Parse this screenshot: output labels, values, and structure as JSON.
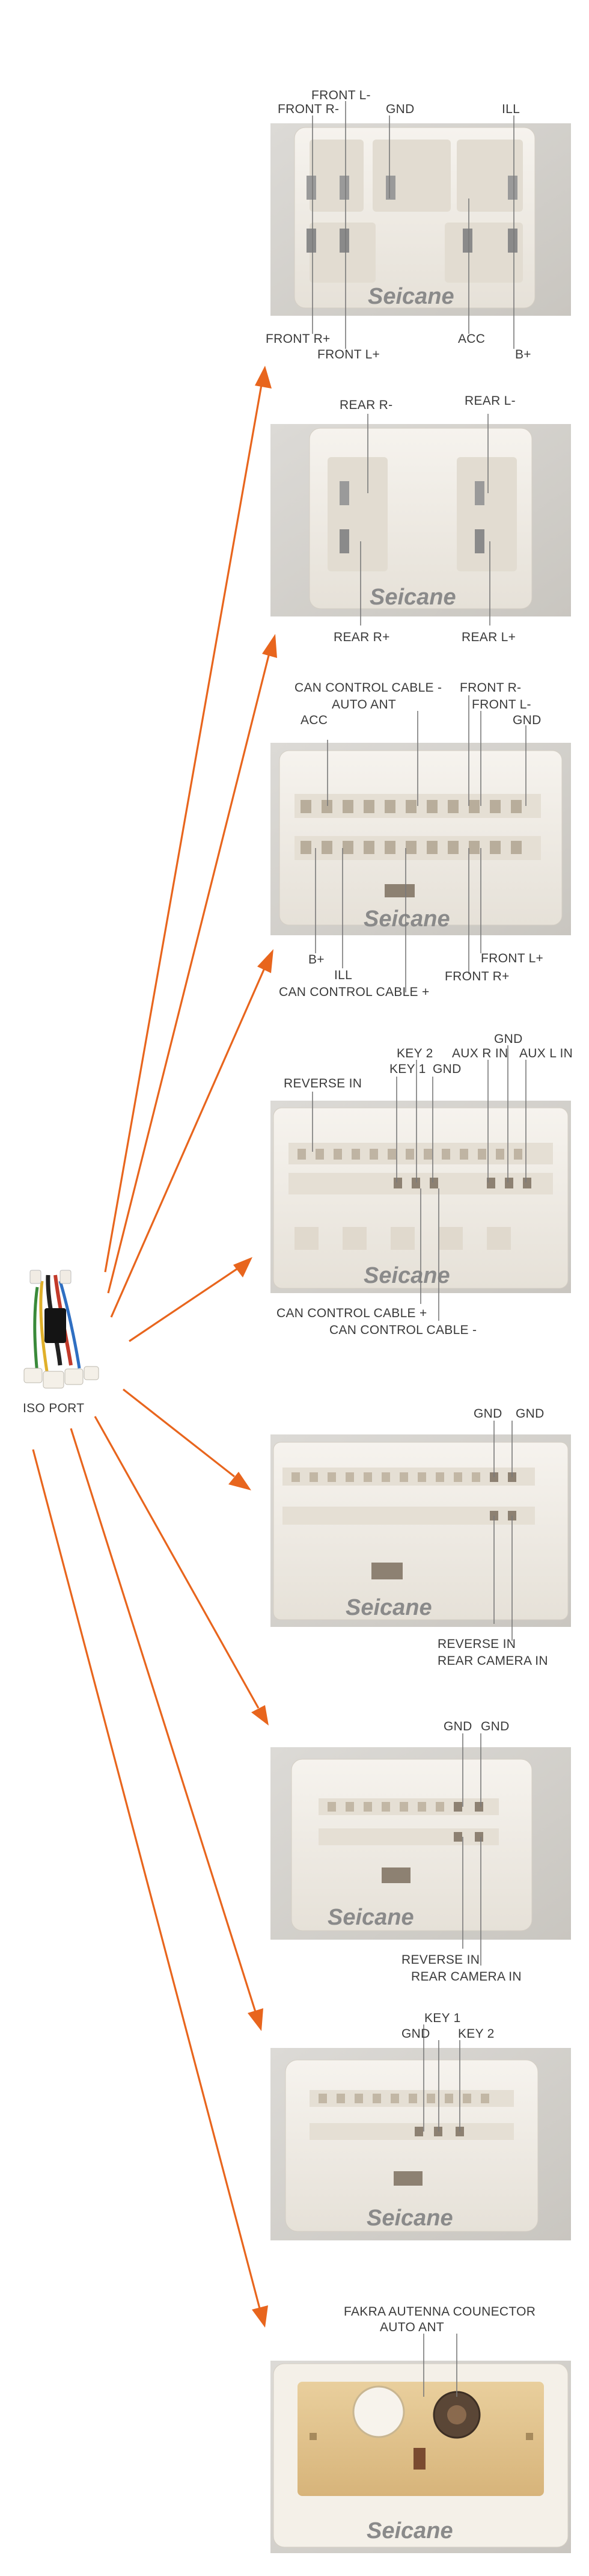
{
  "source_label": "ISO PORT",
  "watermark": "Seicane",
  "colors": {
    "arrow": "#e8651d",
    "leader": "#7a7a7a",
    "housing": "#f1ede6"
  },
  "connectors": [
    {
      "name": "connector-1",
      "top_labels": [
        "FRONT L-",
        "FRONT R-",
        "GND",
        "ILL"
      ],
      "bottom_labels": [
        "FRONT R+",
        "FRONT L+",
        "ACC",
        "B+"
      ]
    },
    {
      "name": "connector-2",
      "top_labels": [
        "REAR R-",
        "REAR L-"
      ],
      "bottom_labels": [
        "REAR R+",
        "REAR L+"
      ]
    },
    {
      "name": "connector-3",
      "top_labels": [
        "CAN CONTROL CABLE -",
        "AUTO ANT",
        "ACC",
        "FRONT R-",
        "FRONT L-",
        "GND"
      ],
      "bottom_labels": [
        "B+",
        "ILL",
        "CAN CONTROL CABLE +",
        "FRONT L+",
        "FRONT R+"
      ]
    },
    {
      "name": "connector-4",
      "top_labels": [
        "GND",
        "KEY 2",
        "AUX R IN",
        "AUX L IN",
        "KEY 1",
        "GND",
        "REVERSE IN"
      ],
      "bottom_labels": [
        "CAN CONTROL CABLE +",
        "CAN CONTROL CABLE -"
      ]
    },
    {
      "name": "connector-5",
      "top_labels": [
        "GND",
        "GND"
      ],
      "bottom_labels": [
        "REVERSE IN",
        "REAR CAMERA IN"
      ]
    },
    {
      "name": "connector-6",
      "top_labels": [
        "GND",
        "GND"
      ],
      "bottom_labels": [
        "REVERSE IN",
        "REAR CAMERA IN"
      ]
    },
    {
      "name": "connector-7",
      "top_labels": [
        "KEY 1",
        "GND",
        "KEY 2"
      ],
      "bottom_labels": []
    },
    {
      "name": "connector-8",
      "top_labels": [
        "FAKRA AUTENNA COUNECTOR",
        "AUTO ANT"
      ],
      "bottom_labels": []
    }
  ]
}
